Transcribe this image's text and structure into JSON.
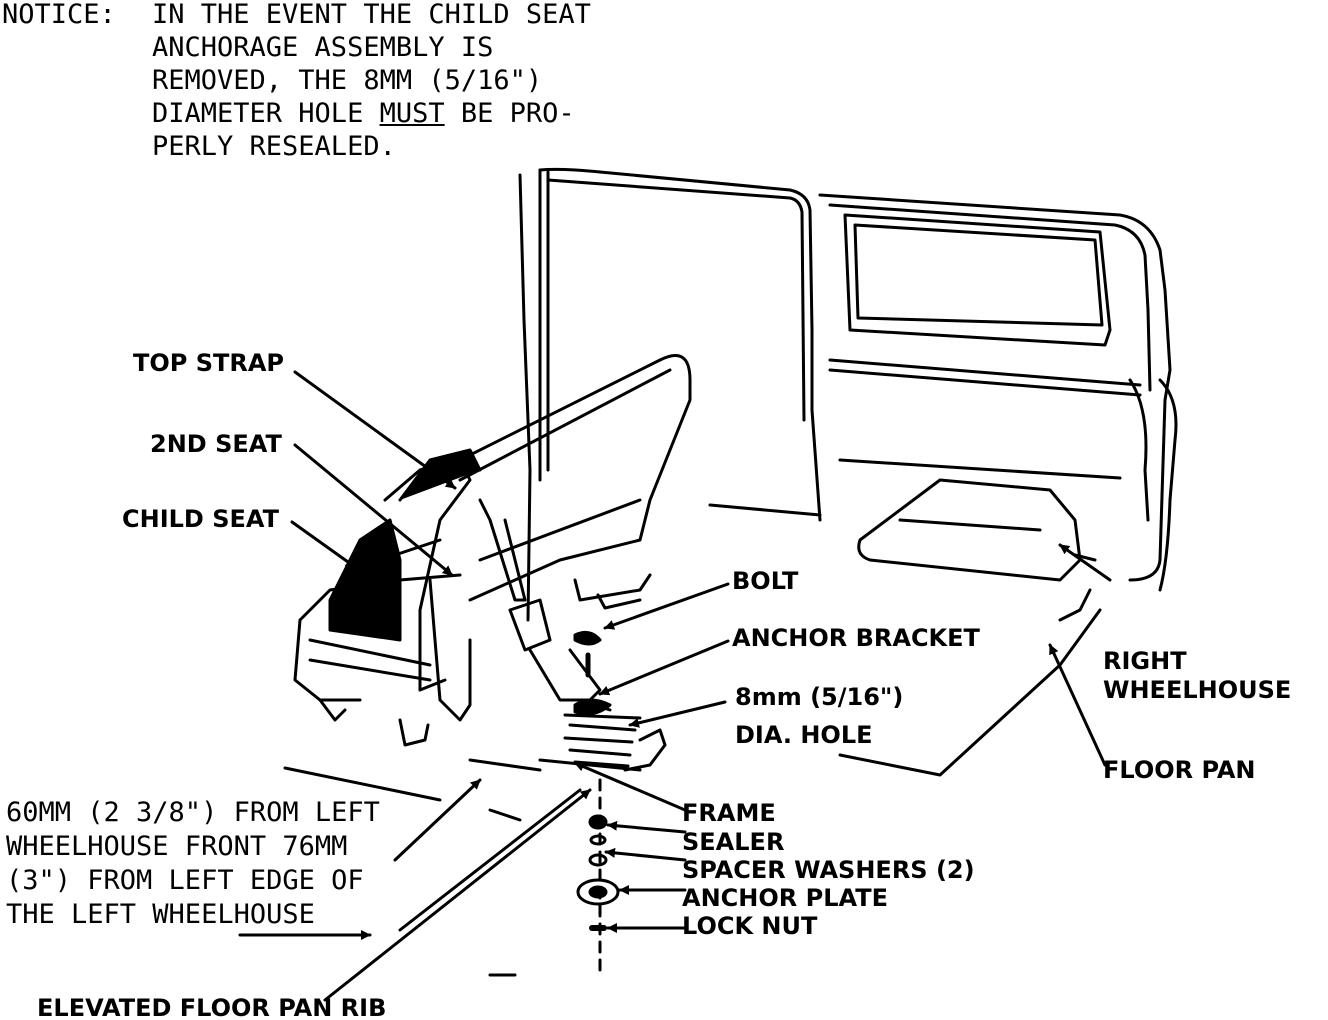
{
  "notice": {
    "head": "NOTICE:",
    "lines": [
      "IN THE EVENT THE CHILD SEAT",
      "ANCHORAGE ASSEMBLY IS",
      "REMOVED, THE 8MM (5/16\")",
      "BE PRO-",
      "PERLY RESEALED."
    ],
    "line4_pre": "DIAMETER HOLE ",
    "line4_emph": "MUST"
  },
  "labels": {
    "top_strap": "TOP STRAP",
    "second_seat": "2ND SEAT",
    "child_seat": "CHILD SEAT",
    "bolt": "BOLT",
    "anchor_bracket": "ANCHOR BRACKET",
    "hole_size": "8mm (5/16\")",
    "dia_hole": "DIA. HOLE",
    "right_wheelhouse_1": "RIGHT",
    "right_wheelhouse_2": "WHEELHOUSE",
    "floor_pan": "FLOOR PAN",
    "frame": "FRAME",
    "sealer": "SEALER",
    "spacer_washers": "SPACER WASHERS (2)",
    "anchor_plate": "ANCHOR PLATE",
    "lock_nut": "LOCK NUT",
    "elevated_rib": "ELEVATED FLOOR PAN RIB"
  },
  "location_note": [
    "60MM (2 3/8\") FROM LEFT",
    "WHEELHOUSE FRONT 76MM",
    "(3\") FROM LEFT EDGE OF",
    "THE LEFT WHEELHOUSE"
  ]
}
